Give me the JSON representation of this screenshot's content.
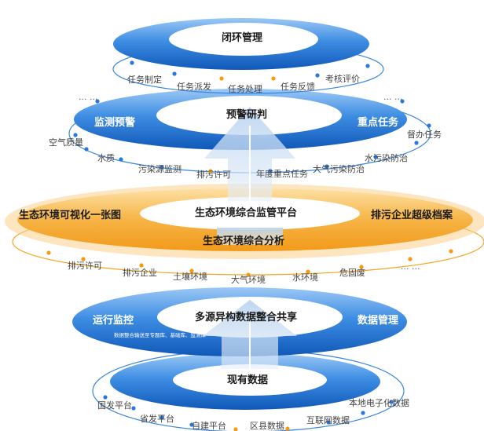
{
  "colors": {
    "blue_dark": "#1565c8",
    "blue_light": "#7fb8f0",
    "orange_dark": "#f3a524",
    "orange_light": "#fde6bb",
    "arrow": "#c5d9f1",
    "dot_blue": "#2b78dd",
    "dot_orange": "#f39c12"
  },
  "layers": {
    "closed_loop": {
      "title": "闭环管理",
      "items": [
        "任务制定",
        "任务派发",
        "任务处理",
        "任务反馈",
        "考核评价"
      ]
    },
    "warning": {
      "title": "预警研判",
      "left": "监测预警",
      "right": "重点任务",
      "dots": "... ...",
      "items": [
        "空气质量",
        "水质",
        "污染源监测",
        "排污许可",
        "年度重点任务",
        "大气污染防治",
        "水污染防治",
        "督办任务"
      ]
    },
    "platform": {
      "title": "生态环境综合监管平台",
      "left": "生态环境可视化一张图",
      "right": "排污企业超级档案",
      "subtitle": "生态环境综合分析",
      "dots": "... ...",
      "items": [
        "排污许可",
        "排污企业",
        "土壤环境",
        "大气环境",
        "水环境",
        "危固废"
      ]
    },
    "data_share": {
      "title": "多源异构数据整合共享",
      "left": "运行监控",
      "right": "数据管理",
      "note": "数据整合输送至专题库、基础库、监测库"
    },
    "existing": {
      "title": "现有数据",
      "items": [
        "国发平台",
        "省发平台",
        "自建平台",
        "区县数据",
        "互联网数据",
        "本地电子化数据"
      ]
    }
  }
}
